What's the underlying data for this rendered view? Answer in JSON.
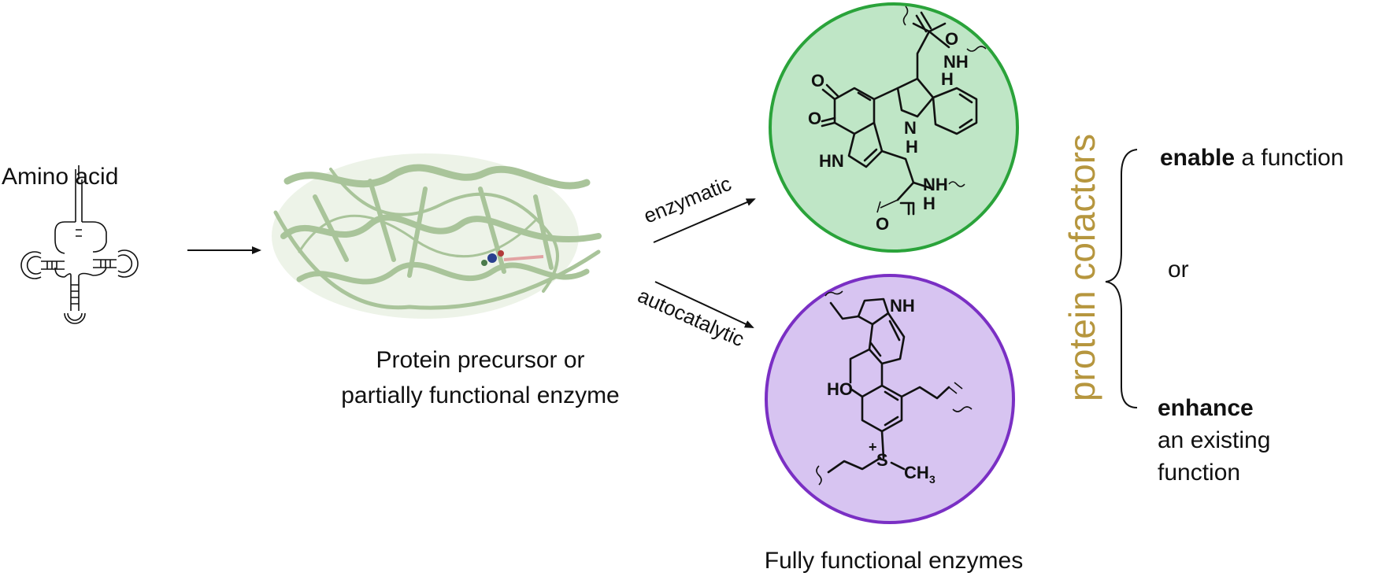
{
  "trna": {
    "label": "Amino acid"
  },
  "precursor": {
    "caption_line1": "Protein precursor or",
    "caption_line2": "partially functional enzyme"
  },
  "pathways": {
    "upper": "enzymatic",
    "lower": "autocatalytic"
  },
  "enzymes": {
    "caption": "Fully functional enzymes",
    "green_circle": {
      "fill": "#bfe6c6",
      "stroke": "#2aa33a",
      "atoms": {
        "o_top_right": "O",
        "nh_top": "NH",
        "h_top": "H",
        "o_left_1": "O",
        "o_left_2": "O",
        "nh_indole": "N",
        "h_indole": "H",
        "hn_left": "HN",
        "nh_bottom": "NH",
        "h_bottom": "H",
        "o_bottom": "O"
      }
    },
    "purple_circle": {
      "fill": "#d7c4f1",
      "stroke": "#7a2fc4",
      "atoms": {
        "nh": "NH",
        "ho": "HO",
        "s": "S",
        "plus": "+",
        "ch3": "CH",
        "sub3": "3"
      }
    }
  },
  "cofactors": {
    "title": "protein cofactors",
    "title_color": "#b6963e",
    "enable_bold": "enable",
    "enable_rest": " a function",
    "or": "or",
    "enhance_bold": "enhance",
    "enhance_line2": "an existing",
    "enhance_line3": "function"
  }
}
